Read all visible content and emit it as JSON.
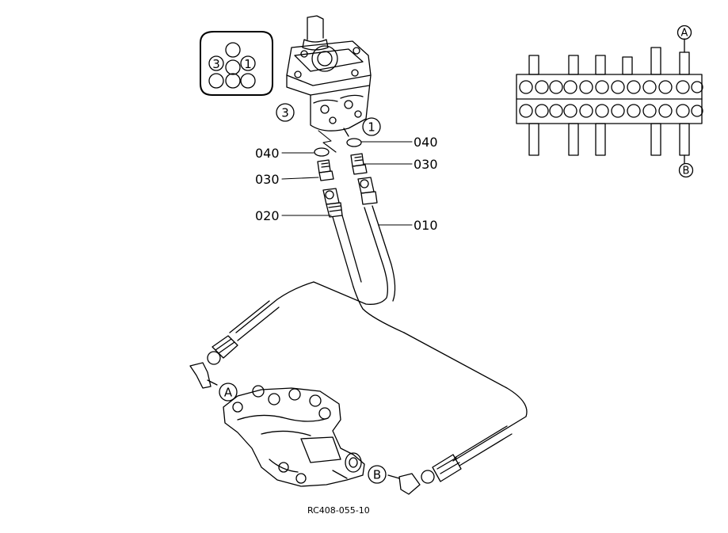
{
  "callouts": {
    "c040a": "040",
    "c030a": "030",
    "c020": "020",
    "c040b": "040",
    "c030b": "030",
    "c010": "010"
  },
  "circles": {
    "port1": "1",
    "port3": "3",
    "inset1": "1",
    "inset3": "3",
    "pointA": "A",
    "pointB": "B",
    "valveA": "A",
    "valveB": "B"
  },
  "reference": "RC408-055-10",
  "colors": {
    "ink": "#000000",
    "paper": "#ffffff"
  }
}
